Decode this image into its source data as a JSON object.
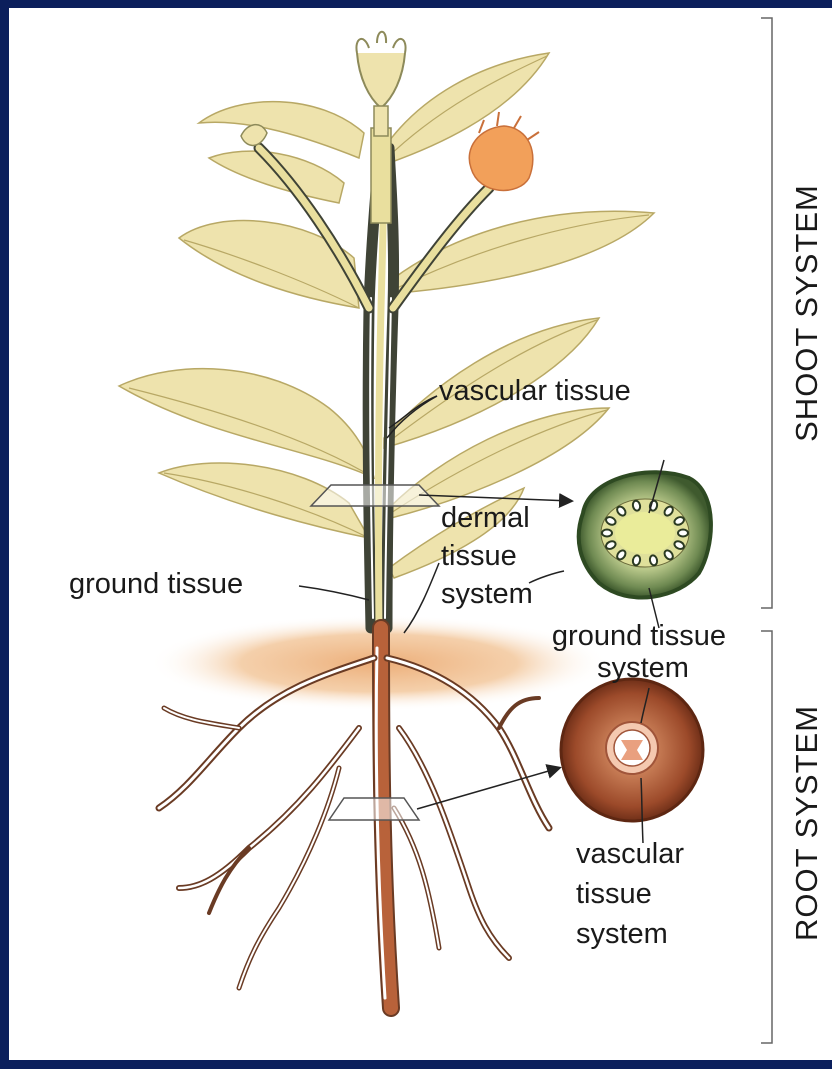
{
  "labels": {
    "vascular_tissue": "vascular tissue",
    "dermal_tissue_system": [
      "dermal",
      "tissue",
      "system"
    ],
    "ground_tissue": "ground tissue",
    "ground_tissue_system": [
      "ground tissue",
      "system"
    ],
    "vascular_tissue_system": [
      "vascular",
      "tissue",
      "system"
    ],
    "shoot_system": "SHOOT  SYSTEM",
    "root_system": "ROOT  SYSTEM"
  },
  "colors": {
    "frame": "#0b1f5c",
    "leaf": "#eee3ad",
    "stem_cross_section": "#4f6a38",
    "root_cross_section": "#8e3e22",
    "flower": "#f2a05a",
    "root": "#b8623a",
    "soil": "#e8a46a"
  }
}
